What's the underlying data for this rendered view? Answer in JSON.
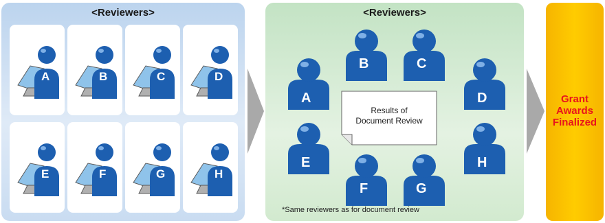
{
  "panel1": {
    "title": "<Reviewers>",
    "reviewers": [
      "A",
      "B",
      "C",
      "D",
      "E",
      "F",
      "G",
      "H"
    ]
  },
  "panel2": {
    "title": "<Reviewers>",
    "reviewers": [
      "A",
      "B",
      "C",
      "D",
      "E",
      "F",
      "G",
      "H"
    ],
    "document": {
      "line1": "Results of",
      "line2": "Document Review"
    },
    "note": "*Same reviewers as for document review"
  },
  "result": {
    "line1": "Grant",
    "line2": "Awards",
    "line3": "Finalized"
  },
  "colors": {
    "person_blue": "#1d5fb0",
    "panel1_bg": "#c9dcf1",
    "panel2_bg": "#d2eacf",
    "result_bg": "#ffcc00",
    "result_text": "#e8141c",
    "arrow": "#a9a9a9"
  }
}
